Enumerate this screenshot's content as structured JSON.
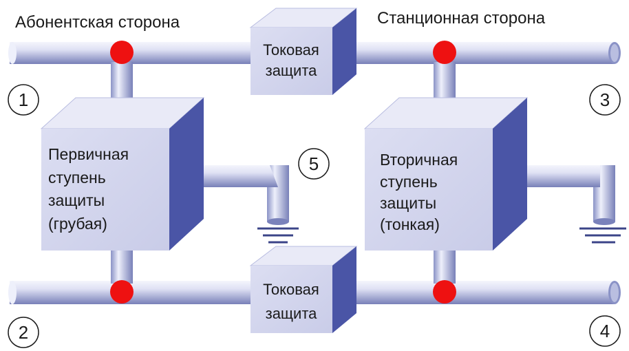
{
  "labels": {
    "subscriber_side": "Абонентская сторона",
    "station_side": "Станционная сторона"
  },
  "current_protection_top": [
    "Токовая",
    "защита"
  ],
  "current_protection_bottom": [
    "Токовая",
    "защита"
  ],
  "primary_stage": [
    "Первичная",
    "ступень",
    "защиты",
    "(грубая)"
  ],
  "secondary_stage": [
    "Вторичная",
    "ступень",
    "защиты",
    "(тонкая)"
  ],
  "markers": [
    "1",
    "2",
    "3",
    "4",
    "5"
  ],
  "colors": {
    "pipe_light": "#e4e6f7",
    "pipe_dark": "#8088bd",
    "box_front": "#d6d8ef",
    "box_top": "#e9eaf7",
    "box_side": "#4a55a6",
    "node": "#ee1111"
  }
}
